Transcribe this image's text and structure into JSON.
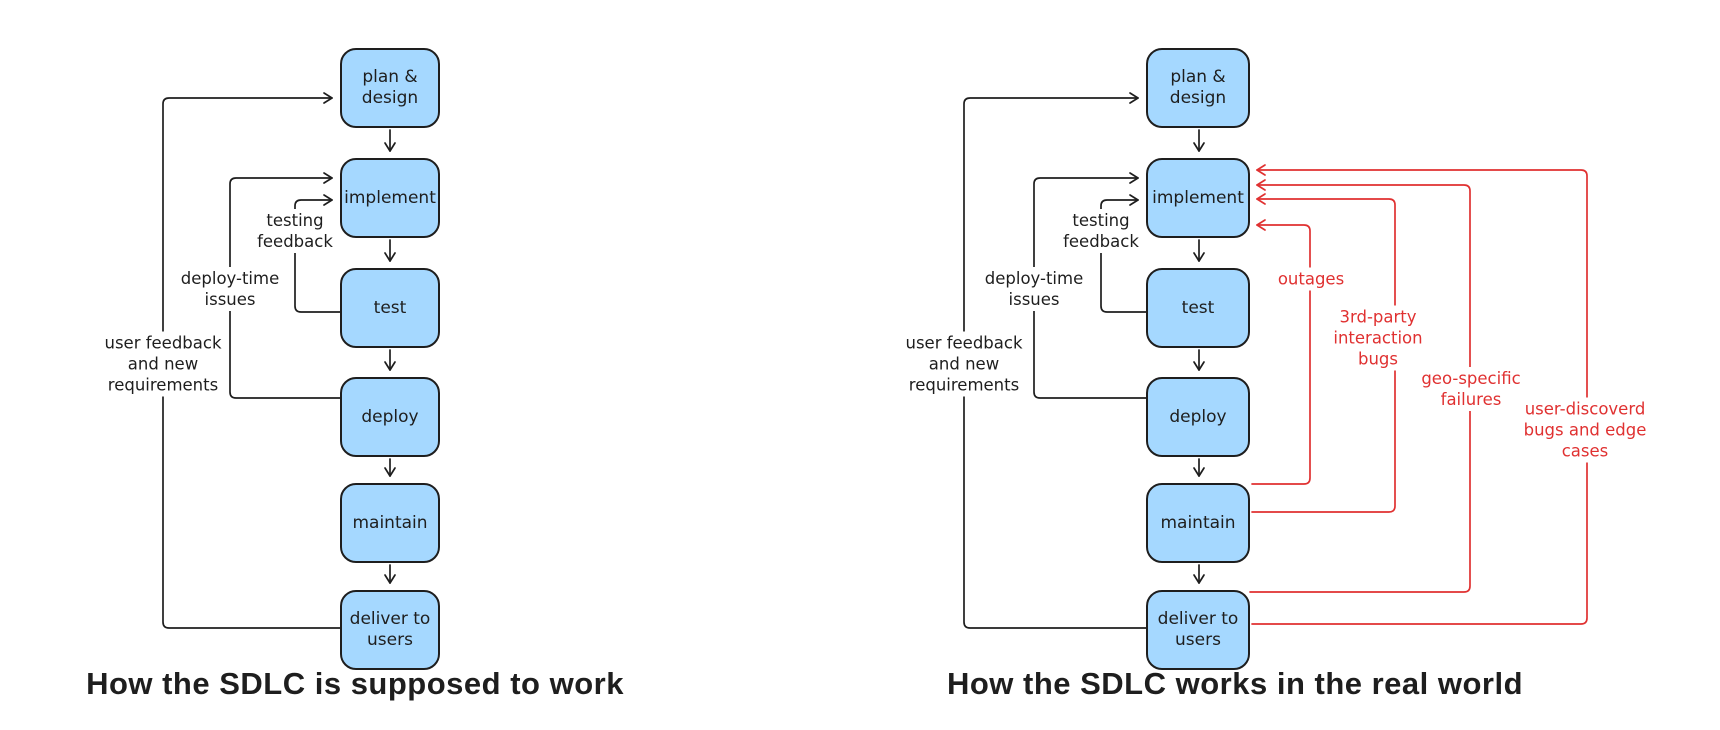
{
  "colors": {
    "node_fill": "#a5d8ff",
    "ink": "#1e1e1e",
    "failure": "#e03131",
    "background": "#ffffff"
  },
  "left_diagram": {
    "caption": "How the SDLC is supposed to work",
    "nodes": {
      "plan": "plan &\ndesign",
      "implement": "implement",
      "test": "test",
      "deploy": "deploy",
      "maintain": "maintain",
      "deliver": "deliver to\nusers"
    },
    "loop_labels": {
      "testing": "testing\nfeedback",
      "deploy_time": "deploy-time\nissues",
      "user": "user feedback\nand new\nrequirements"
    }
  },
  "right_diagram": {
    "caption": "How the SDLC works in the real world",
    "nodes": {
      "plan": "plan &\ndesign",
      "implement": "implement",
      "test": "test",
      "deploy": "deploy",
      "maintain": "maintain",
      "deliver": "deliver to\nusers"
    },
    "loop_labels": {
      "testing": "testing\nfeedback",
      "deploy_time": "deploy-time\nissues",
      "user": "user feedback\nand new\nrequirements"
    },
    "failure_labels": {
      "outages": "outages",
      "third_party": "3rd-party\ninteraction\nbugs",
      "geo": "geo-specific\nfailures",
      "user_discovered": "user-discoverd\nbugs and edge cases"
    }
  }
}
